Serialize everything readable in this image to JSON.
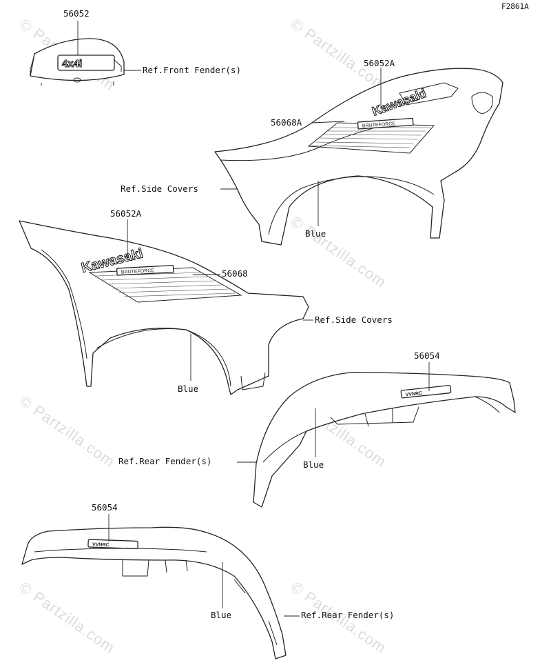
{
  "figure_code": "F2861A",
  "watermark": "© Partzilla.com",
  "decal_text": {
    "brand": "Kawasaki",
    "model": "BRUTEFORCE",
    "drive": "4x4i",
    "mark": "VVNRC"
  },
  "labels": {
    "p56052": "56052",
    "front_fender": "Ref.Front Fender(s)",
    "p56052a_top": "56052A",
    "p56068a": "56068A",
    "side_covers_1": "Ref.Side Covers",
    "blue_1": "Blue",
    "p56052a_left": "56052A",
    "p56068": "56068",
    "side_covers_2": "Ref.Side Covers",
    "blue_2": "Blue",
    "p56054_1": "56054",
    "rear_fender_1": "Ref.Rear Fender(s)",
    "blue_3": "Blue",
    "p56054_2": "56054",
    "blue_4": "Blue",
    "rear_fender_2": "Ref.Rear Fender(s)"
  }
}
